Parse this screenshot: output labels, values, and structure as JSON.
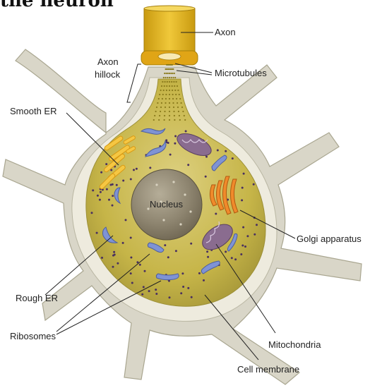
{
  "title": "the neuron",
  "labels": {
    "axon": "Axon",
    "axon_hillock": [
      "Axon",
      "hillock"
    ],
    "microtubules": "Microtubules",
    "smooth_er": "Smooth ER",
    "nucleus": "Nucleus",
    "golgi": "Golgi apparatus",
    "rough_er": "Rough ER",
    "ribosomes": "Ribosomes",
    "mitochondria": "Mitochondria",
    "cell_membrane": "Cell membrane"
  },
  "colors": {
    "dendrite": "#d9d6c8",
    "dendrite_edge": "#a9a690",
    "membrane": "#ece9da",
    "cytoplasm": "#c9b94a",
    "nucleus": "#8f8670",
    "rough_er": "#7f93d4",
    "golgi": "#f08a2b",
    "mito": "#8a6c8f",
    "smooth_er": "#f2c443",
    "axon": "#e3b616"
  }
}
